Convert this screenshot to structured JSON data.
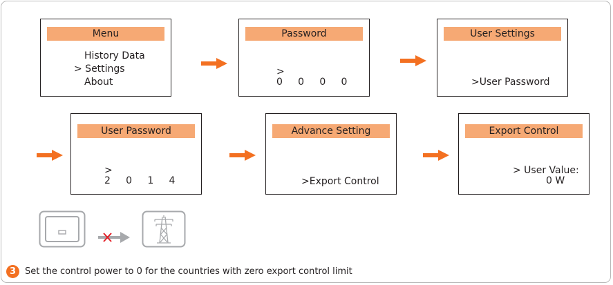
{
  "screens": {
    "menu": {
      "title": "Menu",
      "lines": [
        "History Data",
        "> Settings",
        "About"
      ]
    },
    "password": {
      "title": "Password",
      "cursor": ">",
      "digits": "0     0     0     0"
    },
    "user_settings": {
      "title": "User Settings",
      "line": ">User Password"
    },
    "user_password": {
      "title": "User Password",
      "cursor": ">",
      "digits": "2     0     1     4"
    },
    "advance_setting": {
      "title": "Advance Setting",
      "line": ">Export Control"
    },
    "export_control": {
      "title": "Export Control",
      "line1": "> User Value:",
      "line2": "0 W"
    }
  },
  "step": {
    "number": "3",
    "caption": "Set the control power to 0 for the countries with zero export control limit"
  },
  "colors": {
    "accent": "#f37021",
    "title_bar": "#f6a974",
    "icon_gray": "#a7a9ac",
    "cross": "#e41e26"
  },
  "icons": [
    "inverter-icon",
    "blocked-arrow-icon",
    "power-tower-icon"
  ]
}
